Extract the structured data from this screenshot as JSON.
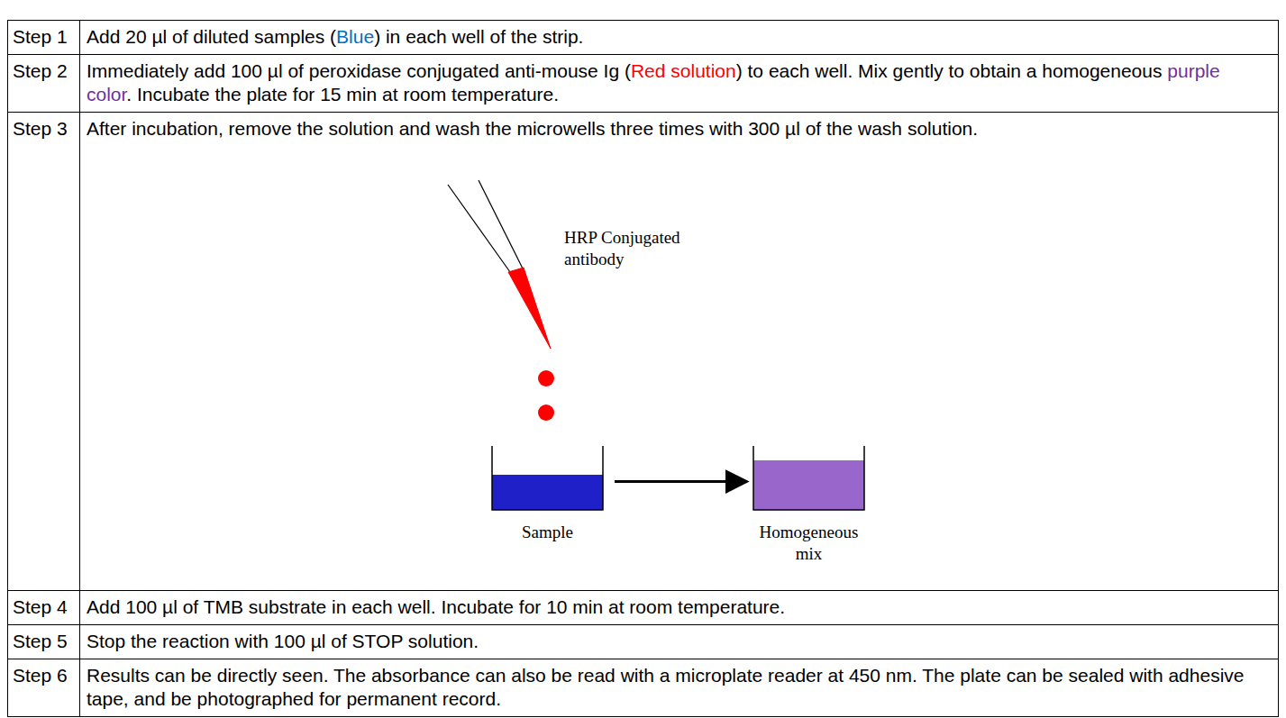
{
  "diagram": {
    "nodes": [
      {
        "text": [
          "Sample"
        ]
      },
      {
        "text": [
          "Homogeneous mix"
        ]
      }
    ],
    "edges": [
      {
        "from": 0,
        "to": 1,
        "arrow": "to"
      }
    ],
    "labels": [
      "Step 1",
      "Add 20 µl of diluted samples (",
      "Blue",
      ") in each well of the strip.",
      "Step 2",
      "Immediately add 100 µl of peroxidase conjugated anti-mouse Ig (",
      "Red solution",
      ") to each well. Mix gently to obtain a homogeneous ",
      "purple color",
      ". Incubate the plate for 15 min at room temperature.",
      "Step 3",
      "After incubation, remove the solution and wash the microwells three times with 300 µl of the wash solution.",
      "HRP Conjugated antibody",
      "Step 4",
      "Add 100 µl of TMB substrate in each well. Incubate for 10 min at room temperature.",
      "Step 5",
      "Stop the reaction with 100 µl of STOP solution.",
      "Step 6",
      "Results can be directly seen. The absorbance can also be read with a microplate reader at 450 nm. The plate can be sealed with adhesive tape, and be photographed for permanent record."
    ]
  }
}
